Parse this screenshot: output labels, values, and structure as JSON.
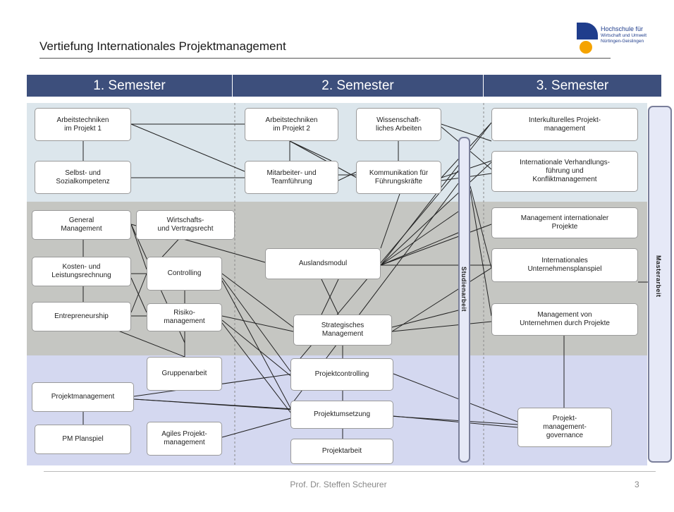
{
  "title": "Vertiefung Internationales Projektmanagement",
  "logo": {
    "line1": "Hochschule für",
    "line2": "Wirtschaft und Umwelt",
    "line3": "Nürtingen-Geislingen"
  },
  "semesters": [
    "1. Semester",
    "2. Semester",
    "3. Semester"
  ],
  "colors": {
    "header": "#3d4f7c",
    "band_top": "#dce6ec",
    "band_mid": "#c5c6c2",
    "band_bottom": "#d4d8f0"
  },
  "modules": {
    "arbeitstechniken1": "Arbeitstechniken\nim Projekt 1",
    "selbst": "Selbst- und\nSozialkompetenz",
    "general": "General\nManagement",
    "wirtschaftsrecht": "Wirtschafts-\nund Vertragsrecht",
    "kosten": "Kosten- und\nLeistungsrechnung",
    "controlling": "Controlling",
    "entrepreneurship": "Entrepreneurship",
    "risiko": "Risiko-\nmanagement",
    "gruppenarbeit": "Gruppenarbeit",
    "projektmanagement": "Projektmanagement",
    "pmplanspiel": "PM Planspiel",
    "agiles": "Agiles Projekt-\nmanagement",
    "arbeitstechniken2": "Arbeitstechniken\nim Projekt 2",
    "wissenschaft": "Wissenschaft-\nliches Arbeiten",
    "mitarbeiter": "Mitarbeiter- und\nTeamführung",
    "kommunikation": "Kommunikation für\nFührungskräfte",
    "auslandsmodul": "Auslandsmodul",
    "strategisch": "Strategisches\nManagement",
    "projektcontrolling": "Projektcontrolling",
    "projektumsetzung": "Projektumsetzung",
    "projektarbeit": "Projektarbeit",
    "interkulturell": "Interkulturelles Projekt-\nmanagement",
    "verhandlung": "Internationale Verhandlungs-\nführung und\nKonfliktmanagement",
    "mgmt_international": "Management internationaler\nProjekte",
    "planspiel": "Internationales\nUnternehmensplanspiel",
    "mgmt_unternehmen": "Management von\nUnternehmen durch Projekte",
    "governance": "Projekt-\nmanagement-\ngovernance"
  },
  "studienarbeit": "Studienarbeit",
  "masterarbeit": "Masterarbeit",
  "footer": "Prof. Dr. Steffen Scheurer",
  "page_number": "3"
}
